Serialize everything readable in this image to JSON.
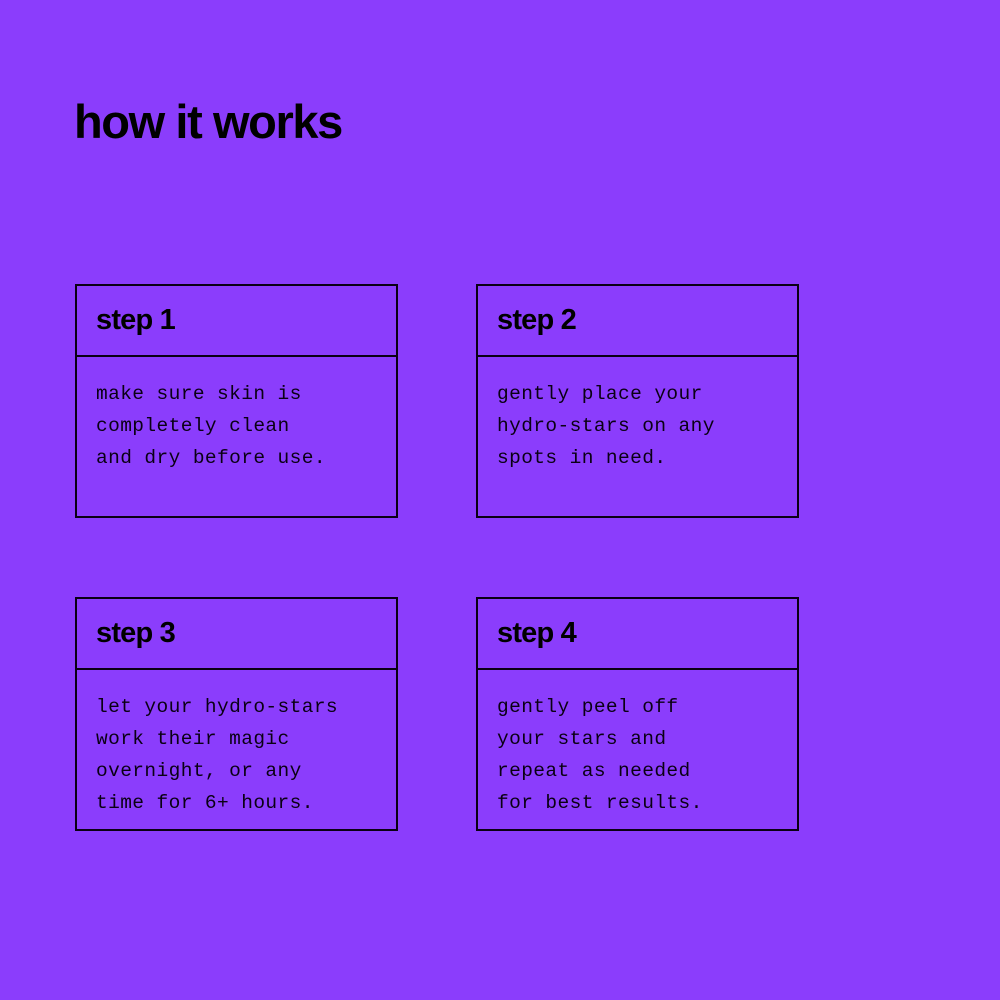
{
  "page": {
    "background_color": "#8b3dfc",
    "text_color": "#000000",
    "border_color": "#0a0014",
    "title": "how it works"
  },
  "steps": [
    {
      "title": "step 1",
      "text": "make sure skin is\ncompletely clean\nand dry before use."
    },
    {
      "title": "step 2",
      "text": "gently place your\nhydro-stars on any\nspots in need."
    },
    {
      "title": "step 3",
      "text": "let your hydro-stars\nwork their magic\novernight, or any\ntime for 6+ hours."
    },
    {
      "title": "step 4",
      "text": "gently peel off\nyour stars and\nrepeat as needed\nfor best results."
    }
  ]
}
